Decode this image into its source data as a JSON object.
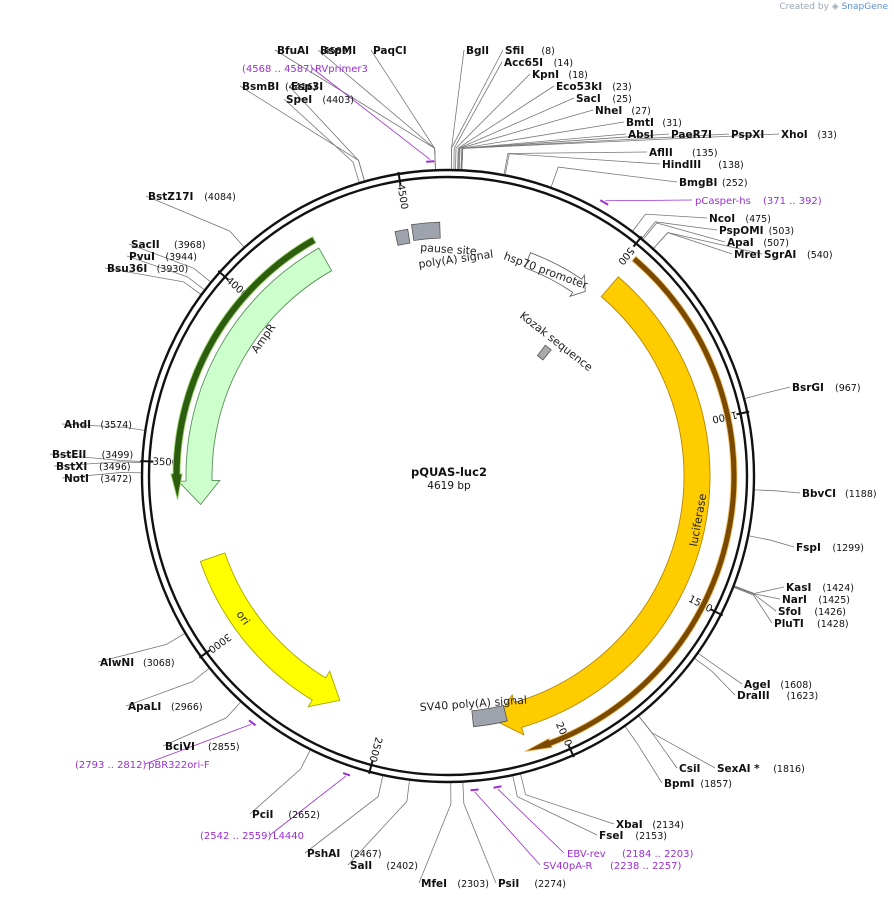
{
  "credit": {
    "prefix": "Created by",
    "brand": "SnapGene"
  },
  "plasmid": {
    "name": "pQUAS-luc2",
    "size_label": "4619 bp",
    "length": 4619
  },
  "ticks": [
    {
      "pos": 500,
      "label": "500"
    },
    {
      "pos": 1000,
      "label": "1000"
    },
    {
      "pos": 1500,
      "label": "1500"
    },
    {
      "pos": 2000,
      "label": "2000"
    },
    {
      "pos": 2500,
      "label": "2500"
    },
    {
      "pos": 3000,
      "label": "3000"
    },
    {
      "pos": 3500,
      "label": "3500"
    },
    {
      "pos": 4000,
      "label": "4000"
    },
    {
      "pos": 4500,
      "label": "4500"
    }
  ],
  "sites": [
    {
      "pos": 4589,
      "name": "BfuAI",
      "pos_label": "(4589)"
    },
    {
      "pos": 4589,
      "name": "BspMI",
      "pos_label": ""
    },
    {
      "pos": 4589,
      "name": "PaqCI",
      "pos_label": ""
    },
    {
      "pos": 8,
      "name": "BglI",
      "pos_label": ""
    },
    {
      "pos": 8,
      "name": "SfiI",
      "pos_label": "(8)"
    },
    {
      "pos": 14,
      "name": "Acc65I",
      "pos_label": "(14)"
    },
    {
      "pos": 18,
      "name": "KpnI",
      "pos_label": "(18)"
    },
    {
      "pos": 23,
      "name": "Eco53kI",
      "pos_label": "(23)"
    },
    {
      "pos": 25,
      "name": "SacI",
      "pos_label": "(25)"
    },
    {
      "pos": 27,
      "name": "NheI",
      "pos_label": "(27)"
    },
    {
      "pos": 31,
      "name": "BmtI",
      "pos_label": "(31)"
    },
    {
      "pos": 33,
      "name": "AbsI",
      "pos_label": ""
    },
    {
      "pos": 33,
      "name": "PaeR7I",
      "pos_label": ""
    },
    {
      "pos": 33,
      "name": "PspXI",
      "pos_label": ""
    },
    {
      "pos": 33,
      "name": "XhoI",
      "pos_label": "(33)"
    },
    {
      "pos": 135,
      "name": "AflII",
      "pos_label": "(135)"
    },
    {
      "pos": 138,
      "name": "HindIII",
      "pos_label": "(138)"
    },
    {
      "pos": 252,
      "name": "BmgBI",
      "pos_label": "(252)"
    },
    {
      "pos": 475,
      "name": "NcoI",
      "pos_label": "(475)"
    },
    {
      "pos": 503,
      "name": "PspOMI",
      "pos_label": "(503)"
    },
    {
      "pos": 507,
      "name": "ApaI",
      "pos_label": "(507)"
    },
    {
      "pos": 540,
      "name": "MreI",
      "pos_label": ""
    },
    {
      "pos": 540,
      "name": "SgrAI",
      "pos_label": "(540)"
    },
    {
      "pos": 967,
      "name": "BsrGI",
      "pos_label": "(967)"
    },
    {
      "pos": 1188,
      "name": "BbvCI",
      "pos_label": "(1188)"
    },
    {
      "pos": 1299,
      "name": "FspI",
      "pos_label": "(1299)"
    },
    {
      "pos": 1424,
      "name": "KasI",
      "pos_label": "(1424)"
    },
    {
      "pos": 1425,
      "name": "NarI",
      "pos_label": "(1425)"
    },
    {
      "pos": 1426,
      "name": "SfoI",
      "pos_label": "(1426)"
    },
    {
      "pos": 1428,
      "name": "PluTI",
      "pos_label": "(1428)"
    },
    {
      "pos": 1608,
      "name": "AgeI",
      "pos_label": "(1608)"
    },
    {
      "pos": 1623,
      "name": "DraIII",
      "pos_label": "(1623)"
    },
    {
      "pos": 1816,
      "name": "CsiI",
      "pos_label": ""
    },
    {
      "pos": 1816,
      "name": "SexAI *",
      "pos_label": "(1816)"
    },
    {
      "pos": 1857,
      "name": "BpmI",
      "pos_label": "(1857)"
    },
    {
      "pos": 2134,
      "name": "XbaI",
      "pos_label": "(2134)"
    },
    {
      "pos": 2153,
      "name": "FseI",
      "pos_label": "(2153)"
    },
    {
      "pos": 2274,
      "name": "PsiI",
      "pos_label": "(2274)"
    },
    {
      "pos": 2303,
      "name": "MfeI",
      "pos_label": "(2303)"
    },
    {
      "pos": 2402,
      "name": "SalI",
      "pos_label": "(2402)"
    },
    {
      "pos": 2467,
      "name": "PshAI",
      "pos_label": "(2467)"
    },
    {
      "pos": 2652,
      "name": "PciI",
      "pos_label": "(2652)"
    },
    {
      "pos": 2855,
      "name": "BciVI",
      "pos_label": "(2855)"
    },
    {
      "pos": 2966,
      "name": "ApaLI",
      "pos_label": "(2966)"
    },
    {
      "pos": 3068,
      "name": "AlwNI",
      "pos_label": "(3068)"
    },
    {
      "pos": 3472,
      "name": "NotI",
      "pos_label": "(3472)"
    },
    {
      "pos": 3496,
      "name": "BstXI",
      "pos_label": "(3496)"
    },
    {
      "pos": 3499,
      "name": "BstEII",
      "pos_label": "(3499)"
    },
    {
      "pos": 3574,
      "name": "AhdI",
      "pos_label": "(3574)"
    },
    {
      "pos": 3930,
      "name": "Bsu36I",
      "pos_label": "(3930)"
    },
    {
      "pos": 3944,
      "name": "PvuI",
      "pos_label": "(3944)"
    },
    {
      "pos": 3968,
      "name": "SacII",
      "pos_label": "(3968)"
    },
    {
      "pos": 4084,
      "name": "BstZ17I",
      "pos_label": "(4084)"
    },
    {
      "pos": 4403,
      "name": "SpeI",
      "pos_label": "(4403)"
    },
    {
      "pos": 4416,
      "name": "BsmBI",
      "pos_label": "(4416)"
    },
    {
      "pos": 4416,
      "name": "Esp3I",
      "pos_label": ""
    }
  ],
  "primers": [
    {
      "start": 4568,
      "end": 4587,
      "name": "RVprimer3",
      "range_label": "(4568 .. 4587)"
    },
    {
      "start": 371,
      "end": 392,
      "name": "pCasper-hs",
      "range_label": "(371 .. 392)"
    },
    {
      "start": 2184,
      "end": 2203,
      "name": "EBV-rev",
      "range_label": "(2184 .. 2203)"
    },
    {
      "start": 2238,
      "end": 2257,
      "name": "SV40pA-R",
      "range_label": "(2238 .. 2257)"
    },
    {
      "start": 2542,
      "end": 2559,
      "name": "L4440",
      "range_label": "(2542 .. 2559)"
    },
    {
      "start": 2793,
      "end": 2812,
      "name": "pBR322ori-F",
      "range_label": "(2793 .. 2812)"
    }
  ],
  "features": [
    {
      "name": "luciferase",
      "start": 520,
      "end": 2110,
      "kind": "orf",
      "color": "#f5a623"
    },
    {
      "name": "hsp70 promoter",
      "start": 260,
      "end": 470,
      "kind": "promoter",
      "color": "#ffffff"
    },
    {
      "name": "Kozak sequence",
      "start": 480,
      "end": 490,
      "kind": "misc",
      "color": "#aaaaaa"
    },
    {
      "name": "luciferase",
      "start": 520,
      "end": 2170,
      "kind": "cds",
      "color": "#ffcc00"
    },
    {
      "name": "SV40 poly(A) signal",
      "start": 2130,
      "end": 2260,
      "kind": "terminator",
      "color": "#9ea3ad"
    },
    {
      "name": "ori",
      "start": 2630,
      "end": 3210,
      "kind": "rep_origin",
      "color": "#ffff00"
    },
    {
      "name": "AmpR",
      "start": 3380,
      "end": 4240,
      "kind": "cds",
      "color": "#ccffcc"
    },
    {
      "name": "AmpR",
      "start": 3400,
      "end": 4240,
      "kind": "orf",
      "color": "#2d5e0f"
    },
    {
      "name": "poly(A) signal",
      "start": 4470,
      "end": 4510,
      "kind": "terminator",
      "color": "#9ea3ad"
    },
    {
      "name": "pause site",
      "start": 4525,
      "end": 4600,
      "kind": "misc",
      "color": "#9ea3ad"
    }
  ],
  "feature_labels": {
    "poly_a": "poly(A) signal",
    "pause_site": "pause site",
    "hsp70": "hsp70 promoter",
    "kozak": "Kozak sequence",
    "luciferase": "luciferase",
    "sv40": "SV40 poly(A) signal",
    "ori": "ori",
    "ampr": "AmpR"
  },
  "colors": {
    "backbone": "#111111",
    "primer": "#9b2fd0",
    "leader": "#777777"
  }
}
